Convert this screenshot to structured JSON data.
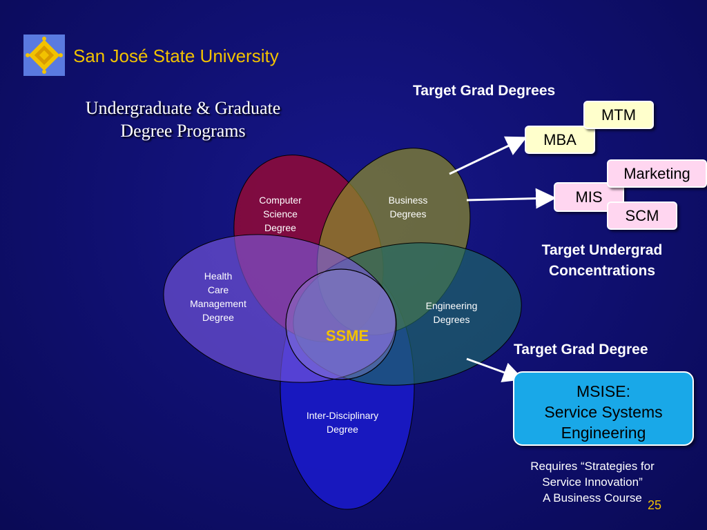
{
  "header": {
    "university": "San José State University",
    "subtitle_lines": [
      "Undergraduate & Graduate",
      "Degree Programs"
    ]
  },
  "diagram": {
    "ellipses": [
      {
        "id": "computer-science",
        "lines": [
          "Computer",
          "Science",
          "Degree"
        ],
        "color": "#8b0a3a"
      },
      {
        "id": "business",
        "lines": [
          "Business",
          "Degrees"
        ],
        "color": "#8a8a2a"
      },
      {
        "id": "health-care",
        "lines": [
          "Health",
          "Care",
          "Management",
          "Degree"
        ],
        "color": "#6a4acb"
      },
      {
        "id": "engineering",
        "lines": [
          "Engineering",
          "Degrees"
        ],
        "color": "#1c4a7a"
      },
      {
        "id": "inter-disciplinary",
        "lines": [
          "Inter-Disciplinary",
          "Degree"
        ],
        "color": "#1a1ac8"
      }
    ],
    "center_label": "SSME"
  },
  "targets": {
    "grad_degrees_heading": "Target Grad Degrees",
    "grad_degrees": [
      "MTM",
      "MBA"
    ],
    "concentrations": [
      "Marketing",
      "MIS",
      "SCM"
    ],
    "undergrad_heading_lines": [
      "Target Undergrad",
      "Concentrations"
    ],
    "grad_degree_heading": "Target Grad Degree",
    "msise_lines": [
      "MSISE:",
      "Service Systems",
      "Engineering"
    ],
    "requires_lines": [
      "Requires “Strategies for",
      "Service Innovation”",
      "A Business Course"
    ]
  },
  "footer": {
    "page_number": "25"
  },
  "colors": {
    "background": "#10106e",
    "accent_gold": "#f2c200",
    "msise_blue": "#19a8e8"
  }
}
